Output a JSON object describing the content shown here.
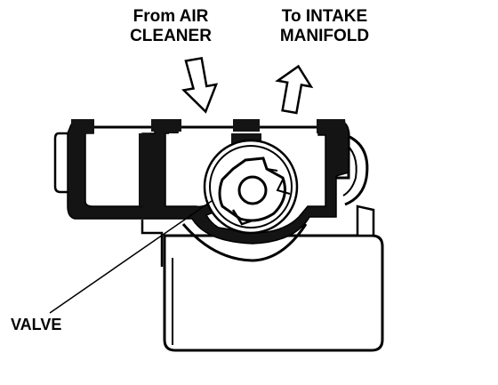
{
  "labels": {
    "from_air_cleaner": [
      "From AIR",
      "CLEANER"
    ],
    "to_intake_manifold": [
      "To INTAKE",
      "MANIFOLD"
    ],
    "valve": "VALVE"
  },
  "icons": {
    "inlet_arrow": "arrow-down-icon",
    "outlet_arrow": "arrow-up-icon"
  },
  "colors": {
    "ink": "#000000",
    "paper": "#ffffff",
    "gasket": "#141414"
  }
}
